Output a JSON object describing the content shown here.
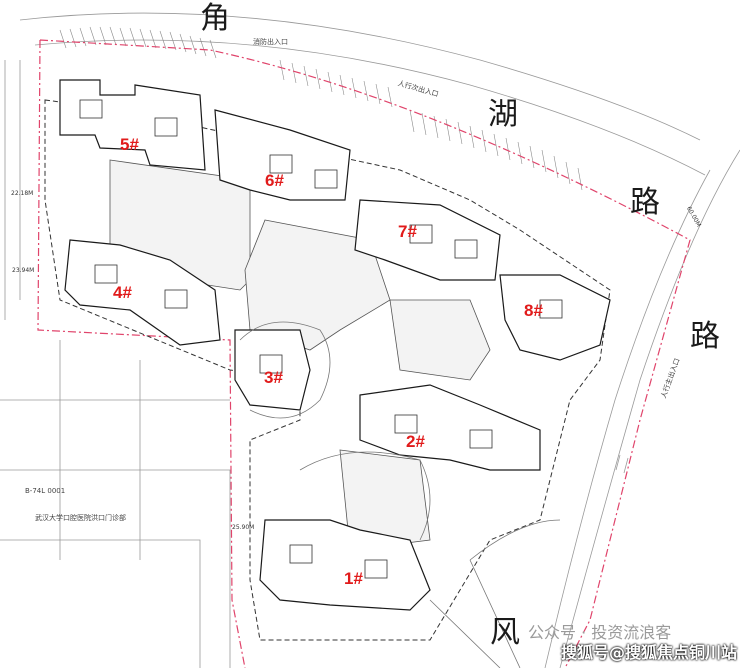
{
  "roads": {
    "north_chars": [
      "角",
      "湖",
      "路"
    ],
    "east_chars": [
      "路"
    ],
    "south_chars": [
      "风"
    ]
  },
  "buildings": [
    "5#",
    "6#",
    "7#",
    "4#",
    "8#",
    "3#",
    "2#",
    "1#"
  ],
  "labels": {
    "fire_exit": "消防出入口",
    "pedestrian_secondary": "人行次出入口",
    "pedestrian_main": "人行主出入口",
    "neighbor_block": "B-74L 0001",
    "hospital_note": "武汉大学口腔医院洪口门诊部",
    "dim_a": "22.18M",
    "dim_b": "23.94M",
    "dim_c": "25.90M",
    "dim_d": "60.00M"
  },
  "watermark": {
    "line1": "公众号 · 投资流浪客",
    "line2": "搜狐号@搜狐焦点铜川站"
  },
  "colors": {
    "building_label": "#e11b1b",
    "red_line": "#e0446b",
    "line": "#222222"
  }
}
